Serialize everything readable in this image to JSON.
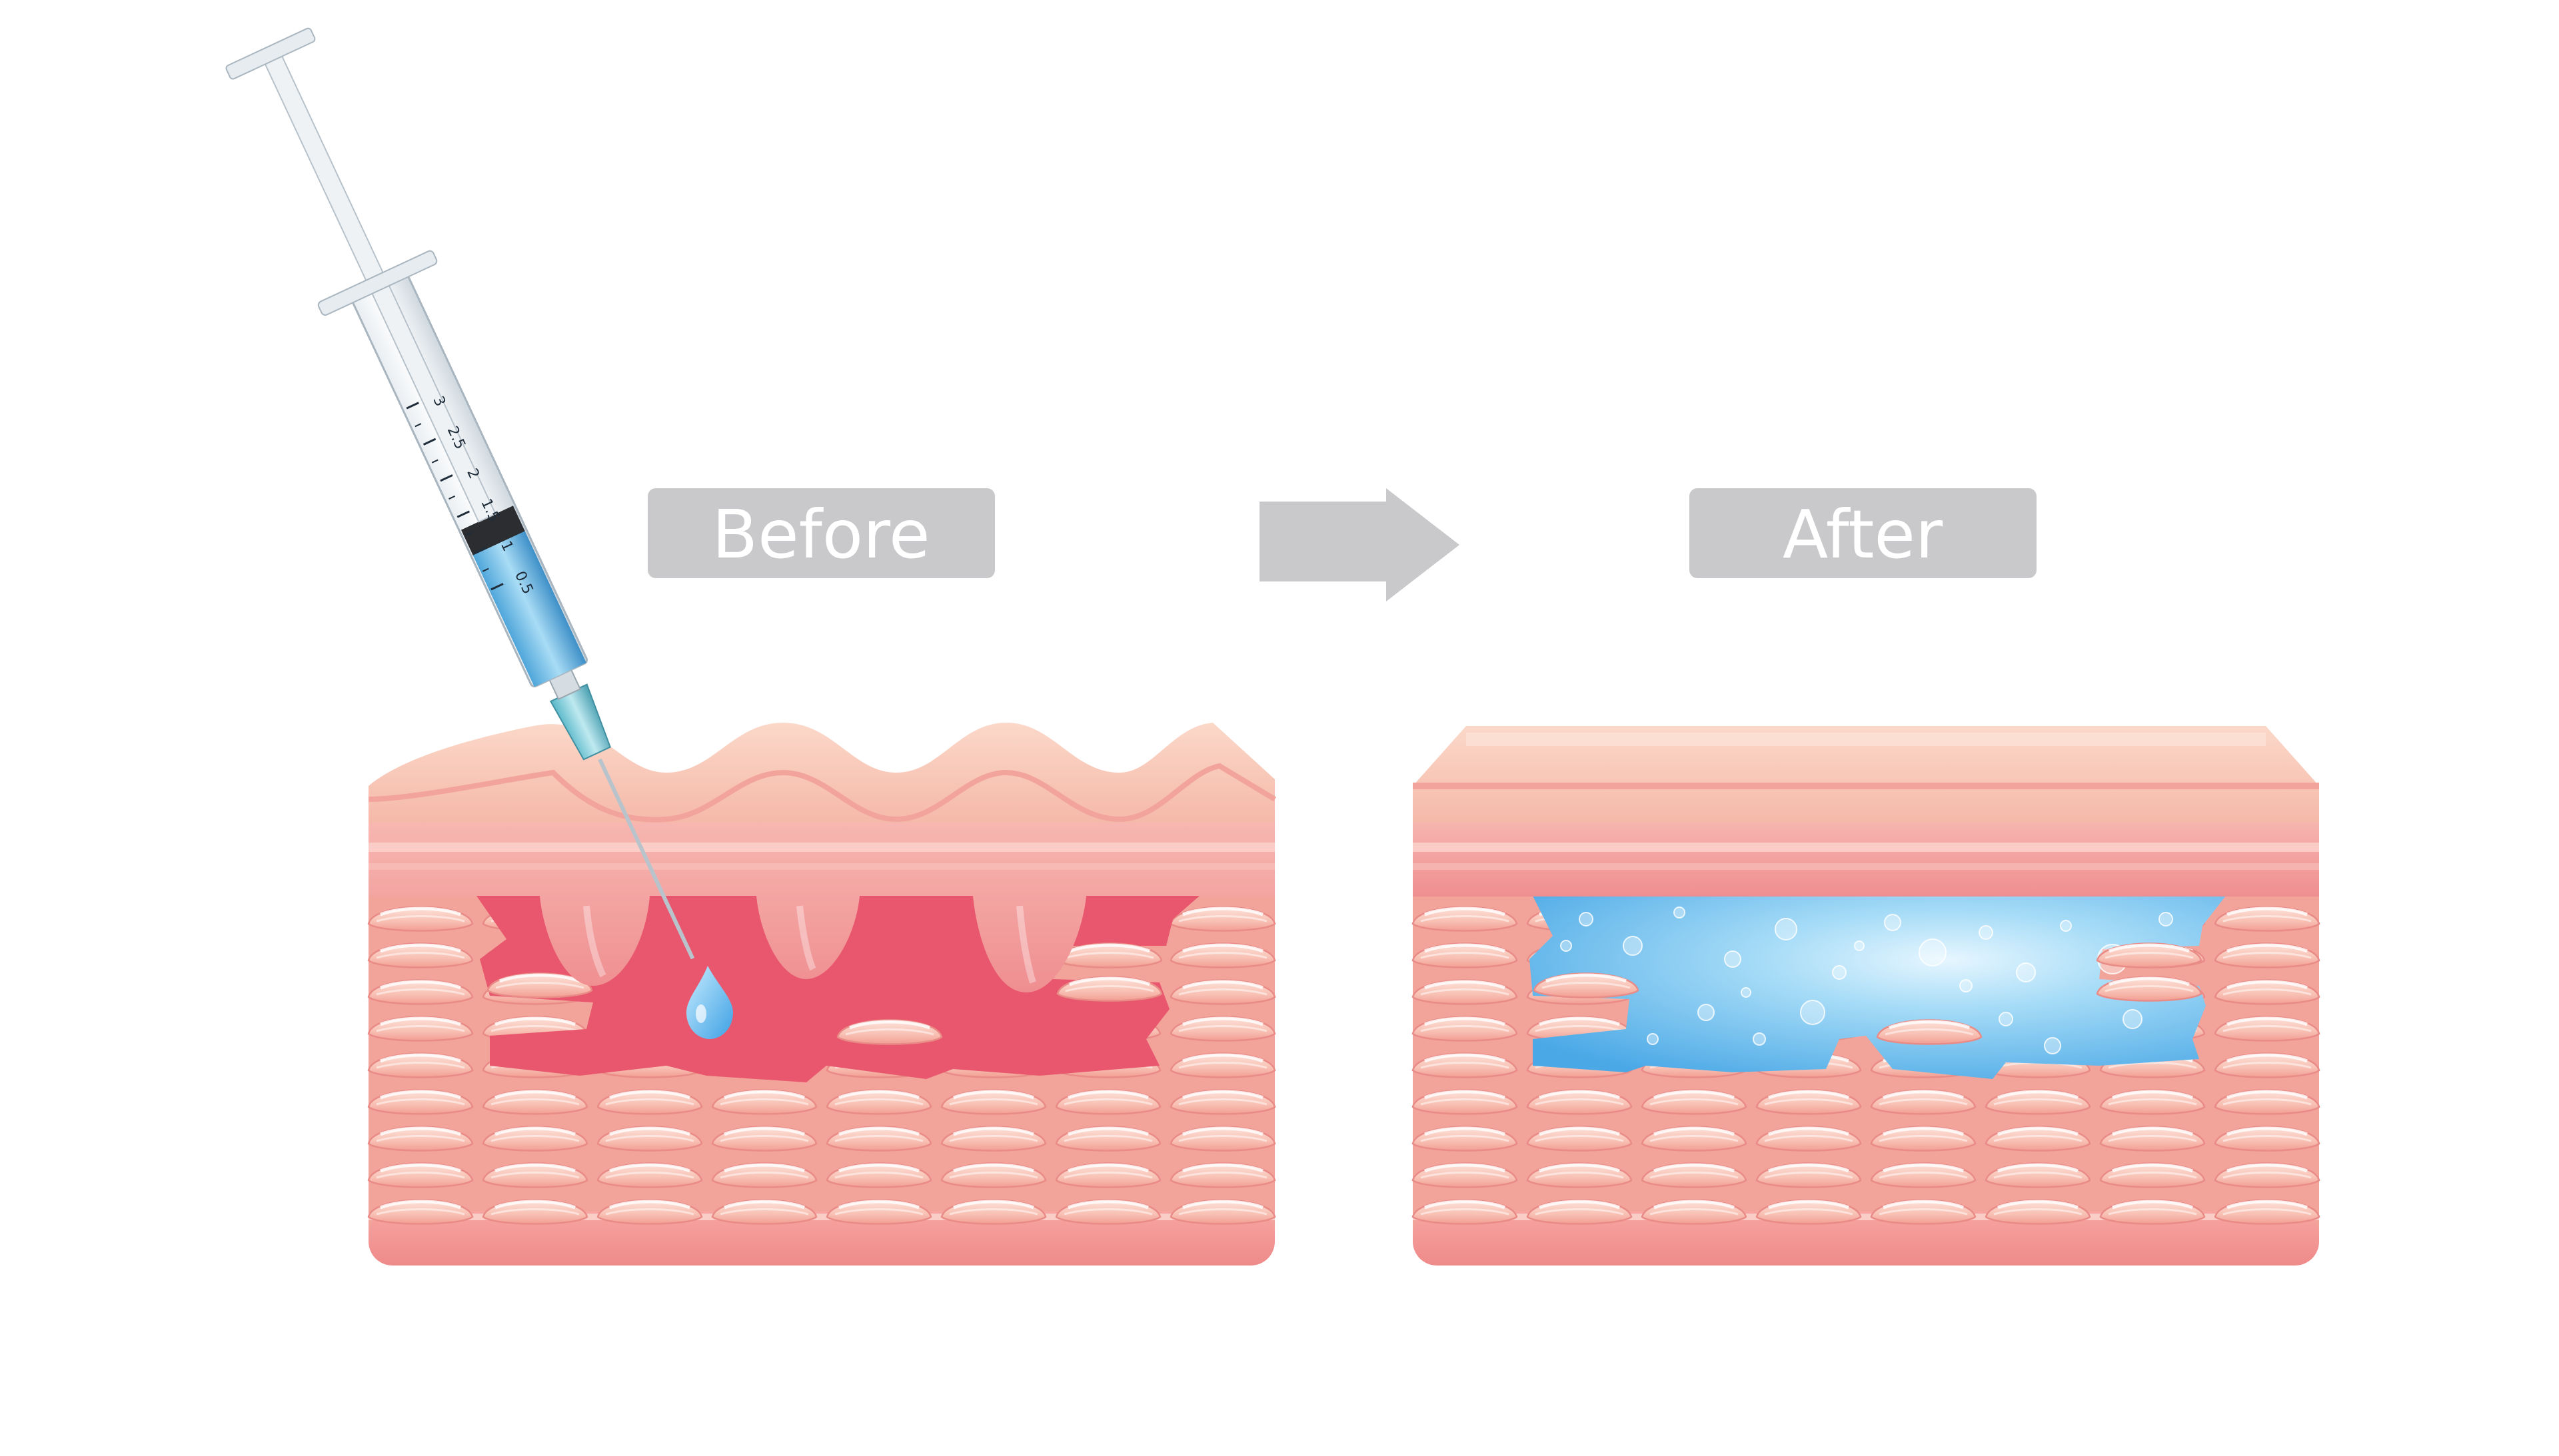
{
  "labels": {
    "before": "Before",
    "after": "After"
  },
  "syringe": {
    "scale_marks": [
      "3",
      "2.5",
      "2",
      "1.5",
      "1",
      "0.5"
    ]
  },
  "colors": {
    "label_bg": "#c9c9cc",
    "arrow": "#c9c9cc",
    "skin_top": "#f7c9b8",
    "skin_band": "#f29a96",
    "dermis": "#f2a39a",
    "cell": "#fbd1c6",
    "cavity": "#e8576d",
    "filler": "#7cc8ef"
  }
}
